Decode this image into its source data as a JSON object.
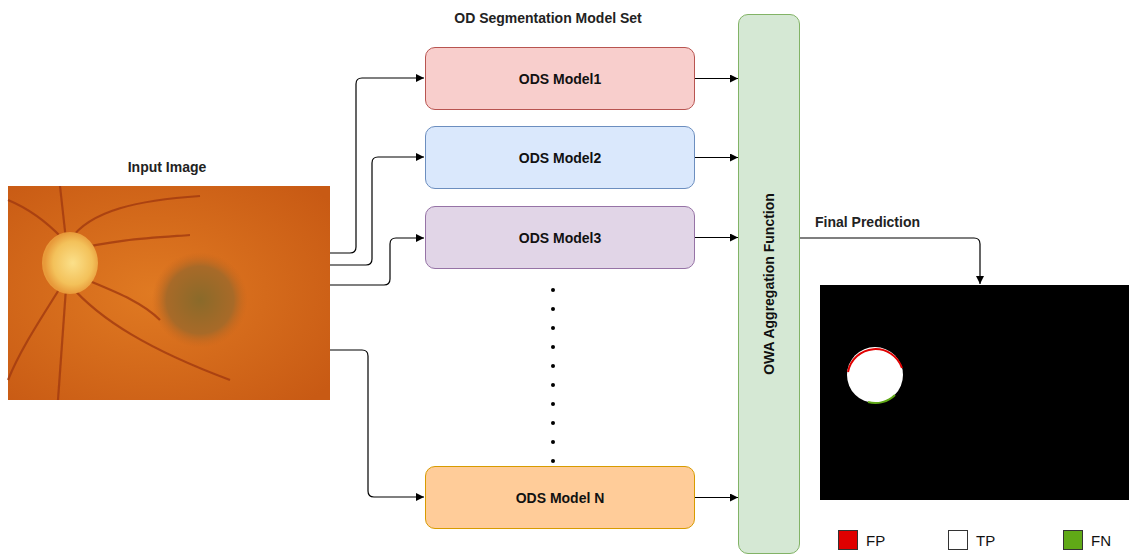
{
  "diagram": {
    "nodes": [
      {
        "text": [
          "ODS Model1"
        ]
      },
      {
        "text": [
          "ODS Model2"
        ]
      },
      {
        "text": [
          "ODS Model3"
        ]
      },
      {
        "text": [
          "ODS Model N"
        ]
      },
      {
        "text": [
          "OWA Aggregation Function"
        ]
      }
    ],
    "edges": [
      {
        "from": 0,
        "to": 4,
        "arrow": "to"
      },
      {
        "from": 1,
        "to": 4,
        "arrow": "to"
      },
      {
        "from": 2,
        "to": 4,
        "arrow": "to"
      },
      {
        "from": 3,
        "to": 4,
        "arrow": "to"
      }
    ],
    "labels": [
      "Input Image",
      "OD Segmentation Model Set",
      "Final Prediction"
    ],
    "legend": [
      {
        "text": "FP",
        "color": "#e00000"
      },
      {
        "text": "TP",
        "color": "#ffffff"
      },
      {
        "text": "FN",
        "color": "#60a917"
      }
    ]
  }
}
